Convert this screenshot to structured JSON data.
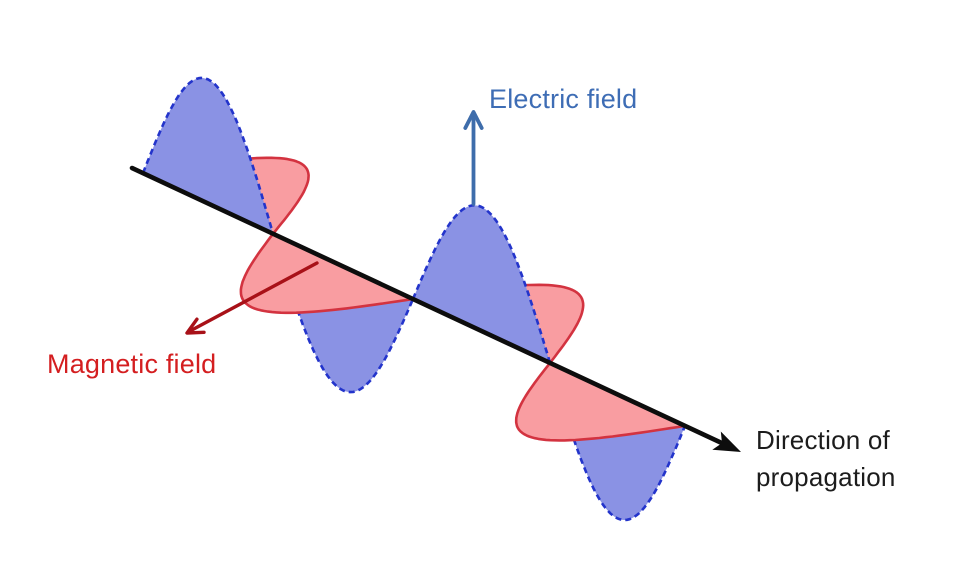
{
  "diagram": {
    "labels": {
      "electric": "Electric field",
      "magnetic": "Magnetic field",
      "direction_line1": "Direction of",
      "direction_line2": "propagation"
    },
    "colors": {
      "electric_fill": "#8a92e4",
      "electric_stroke": "#2334cb",
      "electric_label": "#3e6db5",
      "electric_arrow": "#3e6dab",
      "magnetic_fill": "#f99da1",
      "magnetic_stroke": "#d33340",
      "magnetic_label": "#d41e20",
      "magnetic_arrow": "#a81118",
      "axis": "#0d0d0d",
      "direction_label": "#1c1c1c",
      "background": "#ffffff"
    }
  }
}
